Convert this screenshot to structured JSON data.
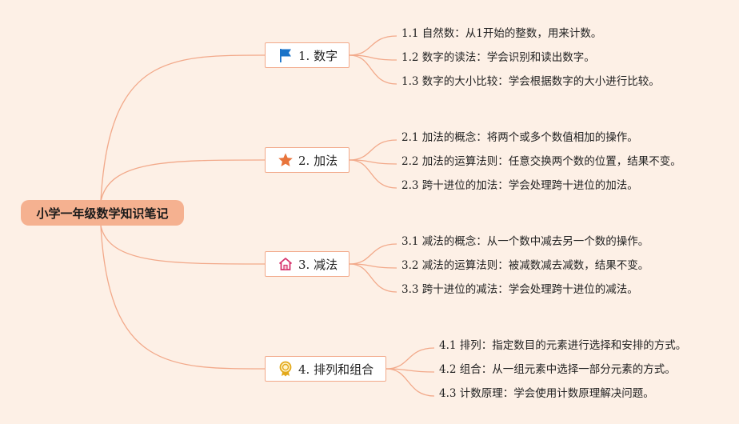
{
  "root": {
    "label": "小学一年级数学知识笔记"
  },
  "branches": [
    {
      "label": "1. 数字",
      "icon": "flag-icon",
      "color": "#1a73c8",
      "leaves": [
        "1.1 自然数：从1开始的整数，用来计数。",
        "1.2 数字的读法：学会识别和读出数字。",
        "1.3 数字的大小比较：学会根据数字的大小进行比较。"
      ]
    },
    {
      "label": "2. 加法",
      "icon": "star-icon",
      "color": "#e8743b",
      "leaves": [
        "2.1 加法的概念：将两个或多个数值相加的操作。",
        "2.2 加法的运算法则：任意交换两个数的位置，结果不变。",
        "2.3 跨十进位的加法：学会处理跨十进位的加法。"
      ]
    },
    {
      "label": "3. 减法",
      "icon": "home-icon",
      "color": "#d6336c",
      "leaves": [
        "3.1 减法的概念：从一个数中减去另一个数的操作。",
        "3.2 减法的运算法则：被减数减去减数，结果不变。",
        "3.3 跨十进位的减法：学会处理跨十进位的减法。"
      ]
    },
    {
      "label": "4. 排列和组合",
      "icon": "award-icon",
      "color": "#e3a91b",
      "leaves": [
        "4.1 排列：指定数目的元素进行选择和安排的方式。",
        "4.2 组合：从一组元素中选择一部分元素的方式。",
        "4.3 计数原理：学会使用计数原理解决问题。"
      ]
    }
  ],
  "colors": {
    "edge": "#f2a98a",
    "root_fill": "#f5b190",
    "background": "#fdf0e6"
  }
}
